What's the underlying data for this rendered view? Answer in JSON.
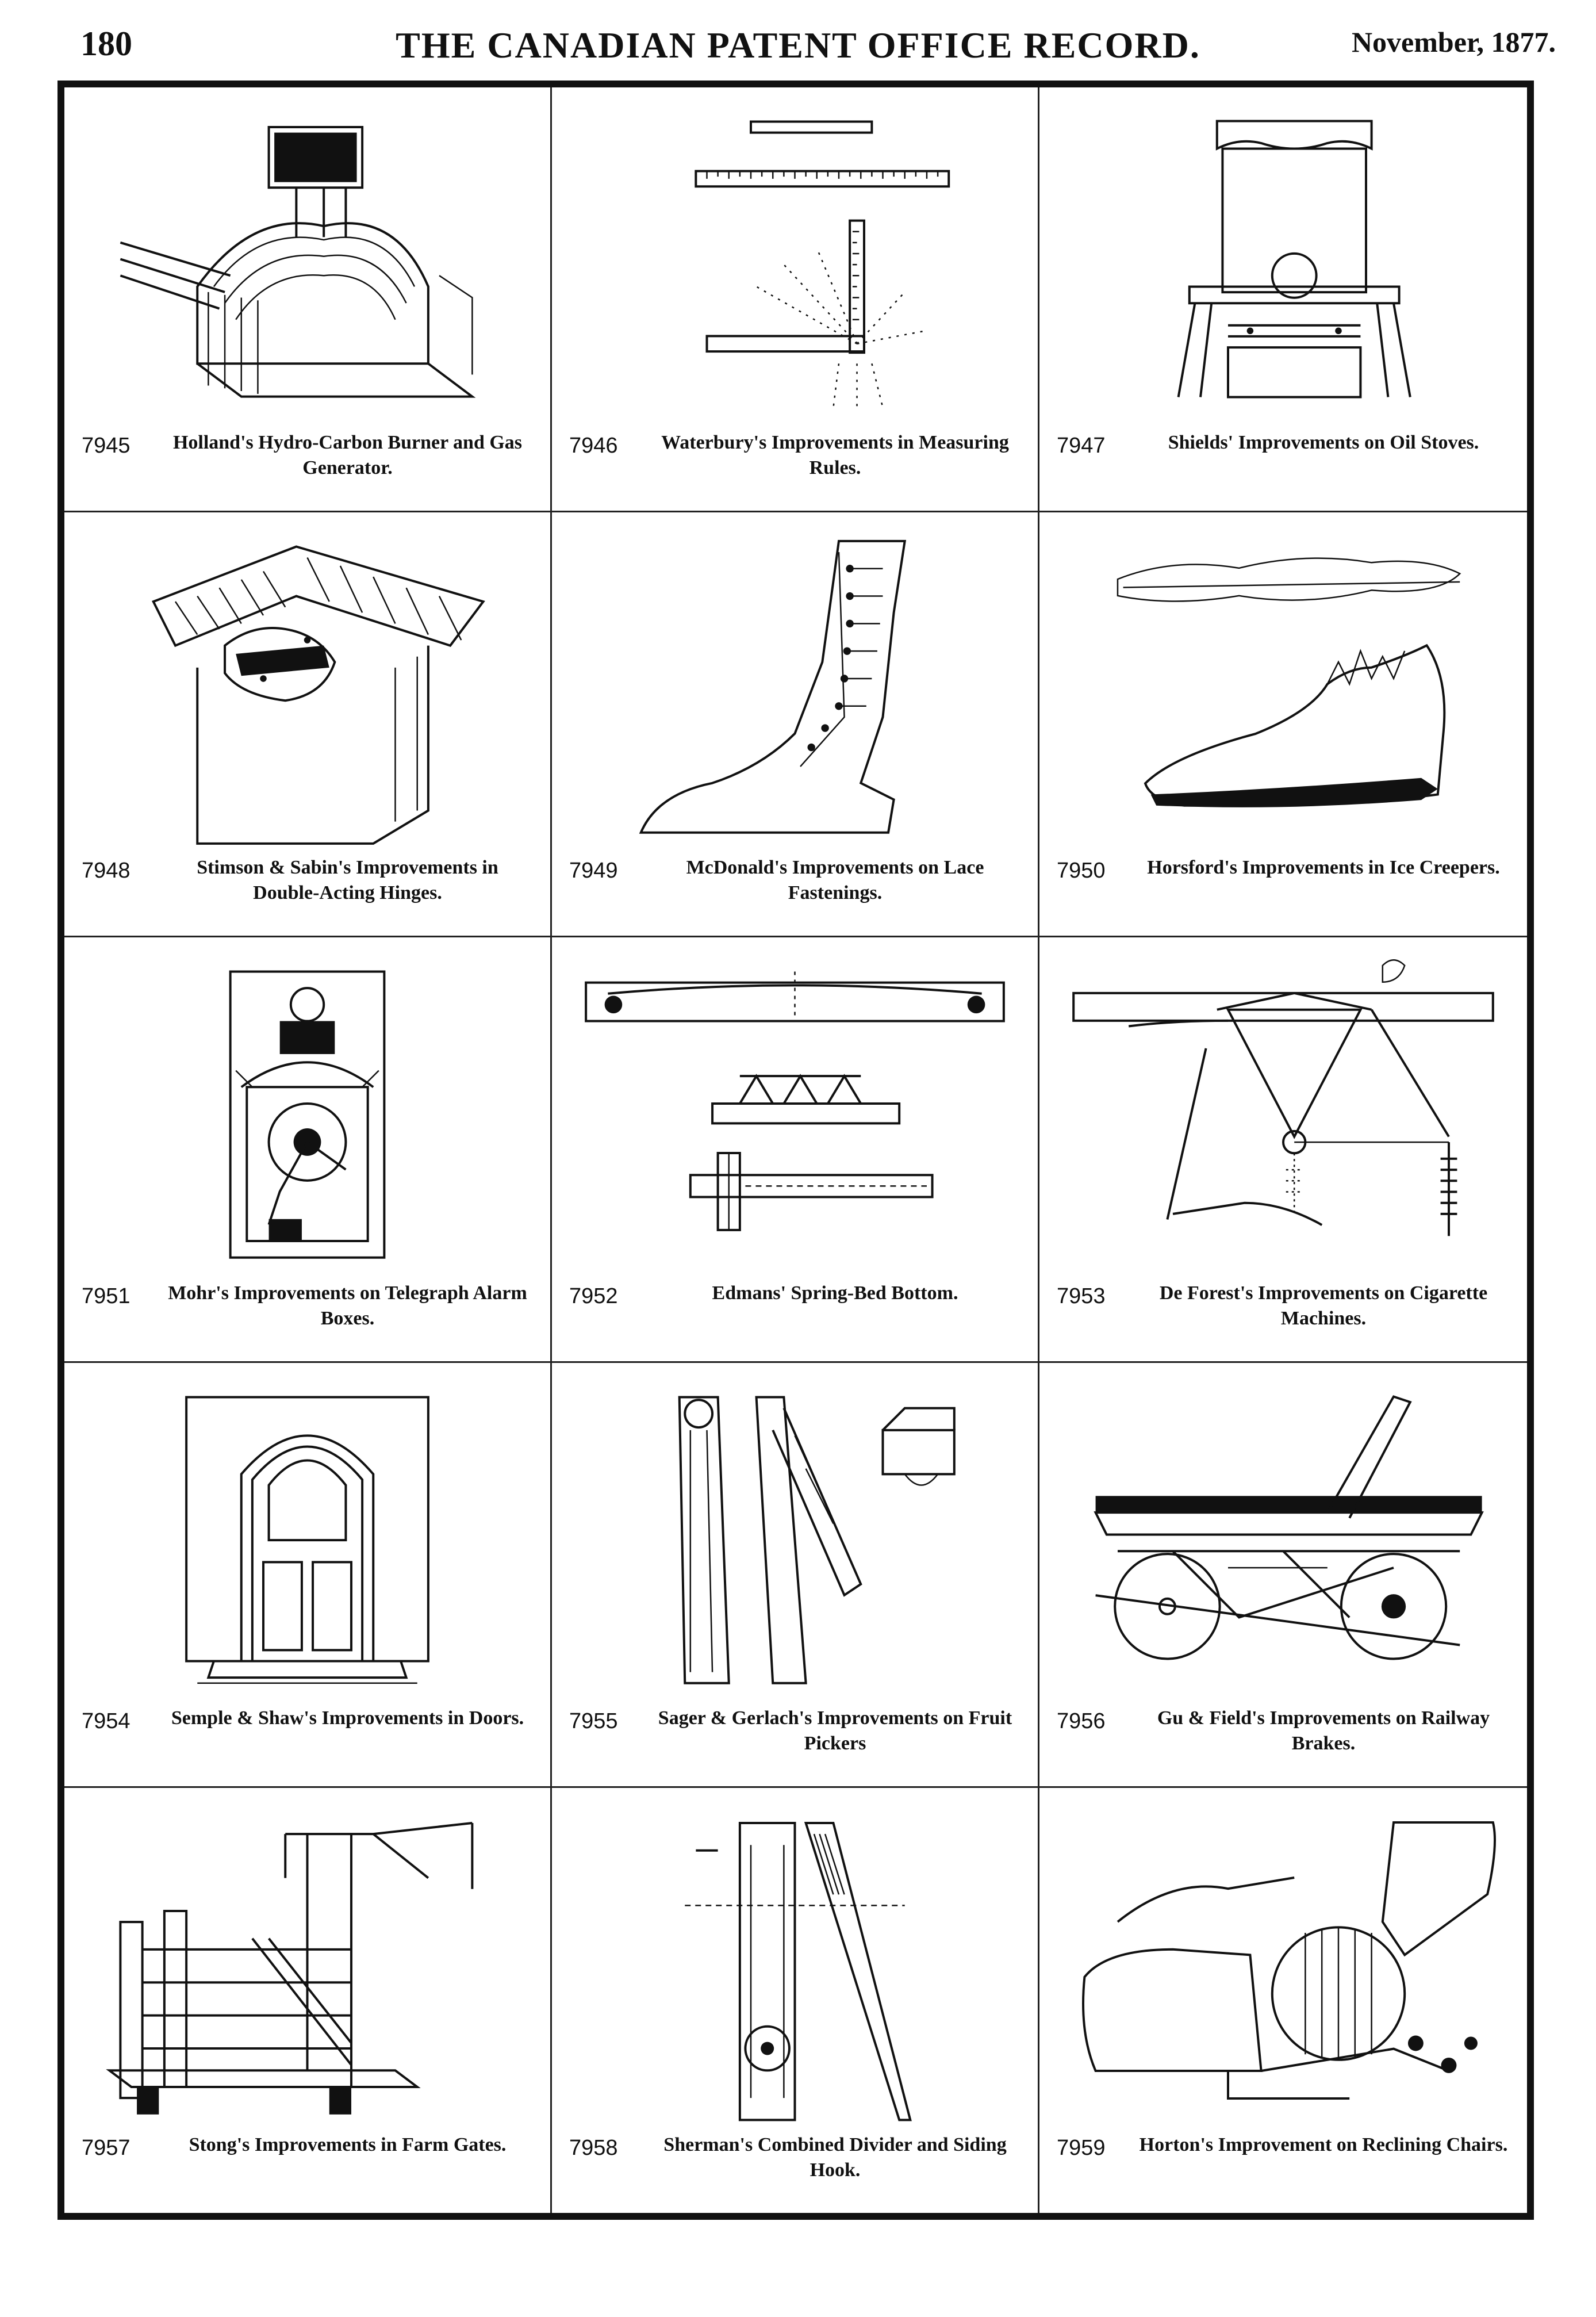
{
  "header": {
    "page_number": "180",
    "journal_title": "THE CANADIAN PATENT OFFICE RECORD.",
    "date": "November, 1877."
  },
  "entries": [
    {
      "number": "7945",
      "title": "Holland's Hydro-Carbon Burner and Gas Generator.",
      "figure": "burner-illustration"
    },
    {
      "number": "7946",
      "title": "Waterbury's Improvements in Measuring Rules.",
      "figure": "measuring-rule-illustration"
    },
    {
      "number": "7947",
      "title": "Shields' Improvements on Oil Stoves.",
      "figure": "oil-stove-illustration"
    },
    {
      "number": "7948",
      "title": "Stimson & Sabin's Improvements in Double-Acting Hinges.",
      "figure": "hinge-illustration"
    },
    {
      "number": "7949",
      "title": "McDonald's Improvements on Lace Fastenings.",
      "figure": "boot-illustration"
    },
    {
      "number": "7950",
      "title": "Horsford's Improvements in Ice Creepers.",
      "figure": "ice-creeper-illustration"
    },
    {
      "number": "7951",
      "title": "Mohr's Improvements on Telegraph Alarm Boxes.",
      "figure": "alarm-box-illustration"
    },
    {
      "number": "7952",
      "title": "Edmans' Spring-Bed Bottom.",
      "figure": "spring-bed-illustration"
    },
    {
      "number": "7953",
      "title": "De Forest's Improvements on Cigarette Machines.",
      "figure": "cigarette-machine-illustration"
    },
    {
      "number": "7954",
      "title": "Semple & Shaw's Improvements in Doors.",
      "figure": "door-illustration"
    },
    {
      "number": "7955",
      "title": "Sager & Gerlach's Improvements on Fruit Pickers",
      "figure": "fruit-picker-illustration"
    },
    {
      "number": "7956",
      "title": "Gu & Field's Improvements on Railway Brakes.",
      "figure": "railway-brake-illustration"
    },
    {
      "number": "7957",
      "title": "Stong's Improvements in Farm Gates.",
      "figure": "farm-gate-illustration"
    },
    {
      "number": "7958",
      "title": "Sherman's Combined Divider and Siding Hook.",
      "figure": "divider-illustration"
    },
    {
      "number": "7959",
      "title": "Horton's Improvement on Reclining Chairs.",
      "figure": "reclining-chair-illustration"
    }
  ]
}
